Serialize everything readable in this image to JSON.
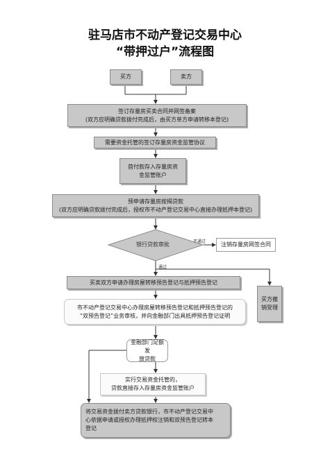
{
  "title": {
    "line1": "驻马店市不动产登记交易中心",
    "line2": "“带押过户”流程图"
  },
  "nodes": {
    "buyer": "买方",
    "seller": "卖方",
    "step1_line1": "签订存量房买卖合同并网签备案",
    "step1_line2": "(双方应明确贷款拨付完成后，由买方单方申请转移本登记)",
    "step2": "需要资金托管的签订存量房资金监管协议",
    "step3_line1": "首付款存入存量房资",
    "step3_line2": "金监管账户",
    "step4_line1": "预申请存量房按揭贷款",
    "step4_line2": "(双方应明确贷款拨付完成后，授权市不动产登记交易中心直接办理抵押本登记)",
    "decision": "银行贷款审批",
    "fail_label": "不通过",
    "cancel": "注销存量房网签合同",
    "pass_label": "通过",
    "buyer_reject": "买方撤销受理",
    "step5": "买卖双方申请办理房屋转移预告登记与抵押预告登记",
    "step6_line1": "市不动产登记交易中心办理房屋转移预告登记和抵押预告登记的",
    "step6_line2": "“双预告登记”业务审核，并向金融部门出具抵押预告登记证明",
    "step7_line1": "金融部门足额发",
    "step7_line2": "放贷款",
    "step8_line1": "实行交易资金托管的，",
    "step8_line2": "贷款直接存入存量房资金监管账户",
    "step9_line1": "将交易资金拨付卖方贷款银行，市不动产登记交易中",
    "step9_line2": "心依据申请或授权办理抵押权注销和双预告登记转本",
    "step9_line3": "登记"
  }
}
